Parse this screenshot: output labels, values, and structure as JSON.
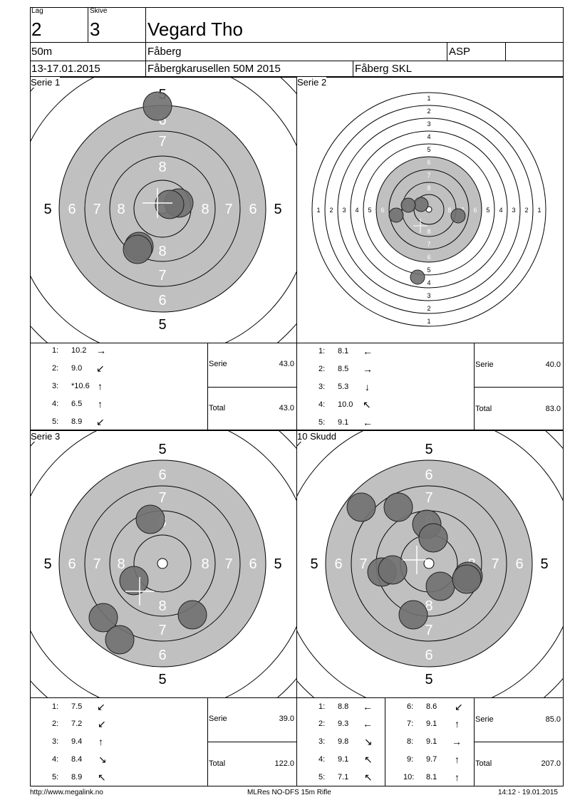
{
  "header": {
    "lag_label": "Lag",
    "lag_value": "2",
    "skive_label": "Skive",
    "skive_value": "3",
    "name": "Vegard Tho",
    "distance": "50m",
    "club": "Fåberg",
    "class": "ASP",
    "date": "13-17.01.2015",
    "event": "Fåbergkarusellen 50M 2015",
    "organizer": "Fåberg SKL"
  },
  "panels": [
    {
      "title": "Serie 1"
    },
    {
      "title": "Serie 2"
    },
    {
      "title": "Serie 3"
    },
    {
      "title": "10 Skudd"
    }
  ],
  "series": [
    {
      "shots": [
        {
          "n": "1:",
          "v": "10.2",
          "dir": "→"
        },
        {
          "n": "2:",
          "v": "9.0",
          "dir": "↙"
        },
        {
          "n": "3:",
          "v": "*10.6",
          "dir": "↑"
        },
        {
          "n": "4:",
          "v": "6.5",
          "dir": "↑"
        },
        {
          "n": "5:",
          "v": "8.9",
          "dir": "↙"
        }
      ],
      "serie_label": "Serie",
      "serie_value": "43.0",
      "total_label": "Total",
      "total_value": "43.0"
    },
    {
      "shots": [
        {
          "n": "1:",
          "v": "8.1",
          "dir": "←"
        },
        {
          "n": "2:",
          "v": "8.5",
          "dir": "→"
        },
        {
          "n": "3:",
          "v": "5.3",
          "dir": "↓"
        },
        {
          "n": "4:",
          "v": "10.0",
          "dir": "↖"
        },
        {
          "n": "5:",
          "v": "9.1",
          "dir": "←"
        }
      ],
      "serie_label": "Serie",
      "serie_value": "40.0",
      "total_label": "Total",
      "total_value": "83.0"
    },
    {
      "shots": [
        {
          "n": "1:",
          "v": "7.5",
          "dir": "↙"
        },
        {
          "n": "2:",
          "v": "7.2",
          "dir": "↙"
        },
        {
          "n": "3:",
          "v": "9.4",
          "dir": "↑"
        },
        {
          "n": "4:",
          "v": "8.4",
          "dir": "↘"
        },
        {
          "n": "5:",
          "v": "8.9",
          "dir": "↖"
        }
      ],
      "serie_label": "Serie",
      "serie_value": "39.0",
      "total_label": "Total",
      "total_value": "122.0"
    },
    {
      "shots_left": [
        {
          "n": "1:",
          "v": "8.8",
          "dir": "←"
        },
        {
          "n": "2:",
          "v": "9.3",
          "dir": "←"
        },
        {
          "n": "3:",
          "v": "9.8",
          "dir": "↘"
        },
        {
          "n": "4:",
          "v": "9.1",
          "dir": "↖"
        },
        {
          "n": "5:",
          "v": "7.1",
          "dir": "↖"
        }
      ],
      "shots_right": [
        {
          "n": "6:",
          "v": "8.6",
          "dir": "↙"
        },
        {
          "n": "7:",
          "v": "9.1",
          "dir": "↑"
        },
        {
          "n": "8:",
          "v": "9.1",
          "dir": "→"
        },
        {
          "n": "9:",
          "v": "9.7",
          "dir": "↑"
        },
        {
          "n": "10:",
          "v": "8.1",
          "dir": "↑"
        }
      ],
      "serie_label": "Serie",
      "serie_value": "85.0",
      "total_label": "Total",
      "total_value": "207.0"
    }
  ],
  "target_numbers": {
    "rings": [
      "5",
      "6",
      "7",
      "8"
    ],
    "fine_rings": [
      "1",
      "2",
      "3",
      "4",
      "5",
      "6",
      "7",
      "8"
    ]
  },
  "footer": {
    "url": "http://www.megalink.no",
    "software": "MLRes NO-DFS 15m Rifle",
    "timestamp": "14:12 - 19.01.2015"
  },
  "colors": {
    "grey_zone": "#c0c0c0",
    "shot_fill": "#707070",
    "line": "#000000"
  }
}
